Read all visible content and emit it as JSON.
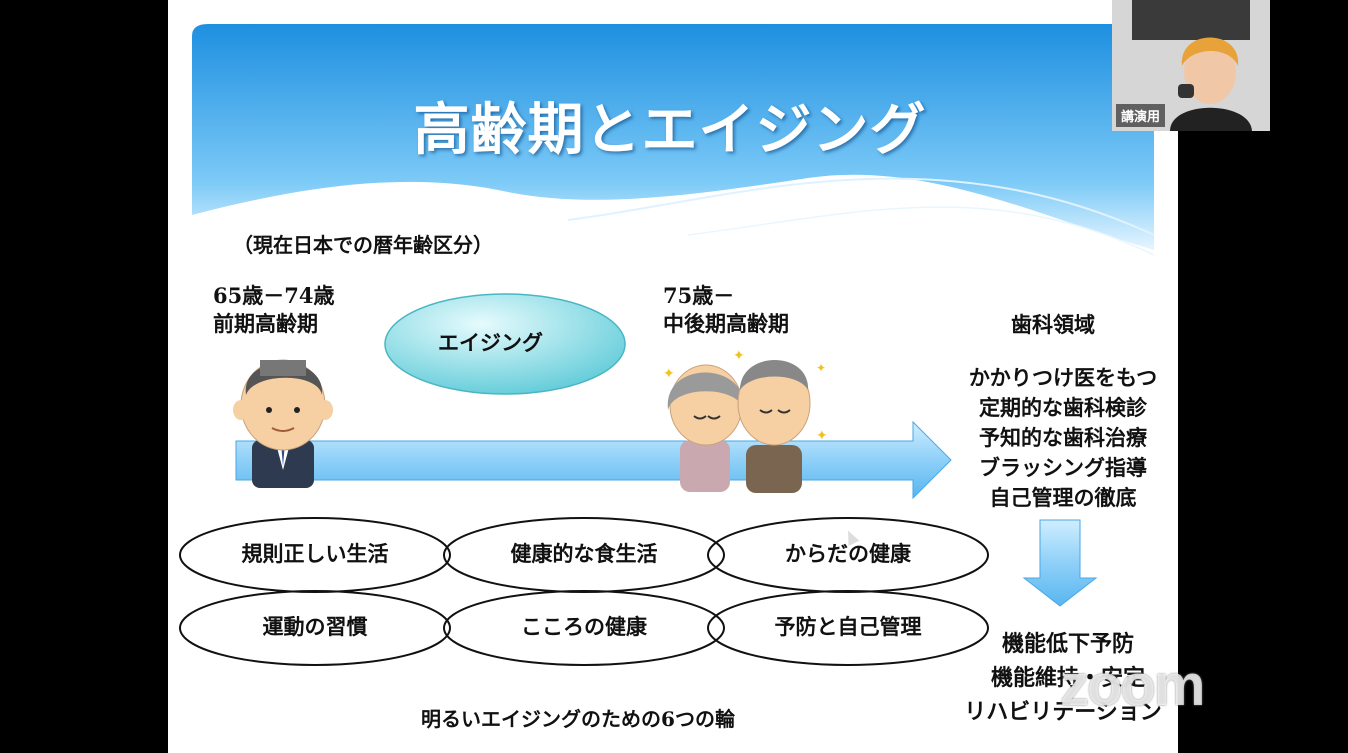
{
  "slide": {
    "title": "高齢期とエイジング",
    "subtitle": "（現在日本での暦年齢区分）",
    "stage1": {
      "range": "65歳－74歳",
      "name": "前期高齢期"
    },
    "stage2": {
      "range": "75歳－",
      "name": "中後期高齢期"
    },
    "aging_bubble": "エイジング",
    "dental": {
      "heading": "歯科領域",
      "items": [
        "かかりつけ医をもつ",
        "定期的な歯科検診",
        "予知的な歯科治療",
        "ブラッシング指導",
        "自己管理の徹底"
      ],
      "outcomes": [
        "機能低下予防",
        "機能維持・安定",
        "リハビリテーション"
      ]
    },
    "rings": [
      "規則正しい生活",
      "健康的な食生活",
      "からだの健康",
      "運動の習慣",
      "こころの健康",
      "予防と自己管理"
    ],
    "caption": "明るいエイジングのための6つの輪"
  },
  "video": {
    "participant_label": "講演用"
  },
  "watermark": "zoom",
  "colors": {
    "banner": "#2f9fe6",
    "arrow": "#8fd0f8",
    "bubble": "#6fd3dd"
  }
}
